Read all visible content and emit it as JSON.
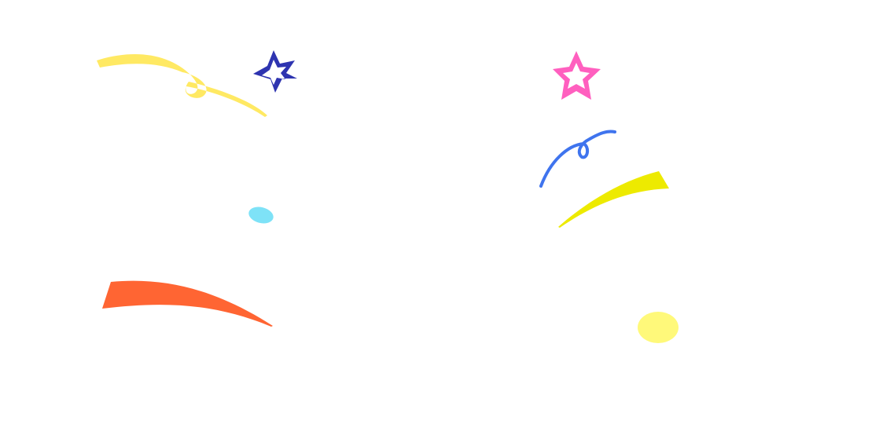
{
  "confetti": {
    "yellow_curly_streamer": {
      "icon": "curly-streamer",
      "color": "#FFE963"
    },
    "navy_star": {
      "icon": "outlined-star",
      "color": "#2E34B0"
    },
    "cyan_dot": {
      "icon": "oval-confetti",
      "color": "#7EE2F7"
    },
    "orange_streamer": {
      "icon": "ribbon-streamer",
      "color": "#FF6533"
    },
    "pink_star": {
      "icon": "outlined-star",
      "color": "#FF5FBF"
    },
    "blue_curly_streamer": {
      "icon": "curly-streamer",
      "color": "#3F74EE"
    },
    "yellow_streamer": {
      "icon": "ribbon-streamer",
      "color": "#EDEA00"
    },
    "yellow_dot": {
      "icon": "oval-confetti",
      "color": "#FFF97A"
    }
  }
}
